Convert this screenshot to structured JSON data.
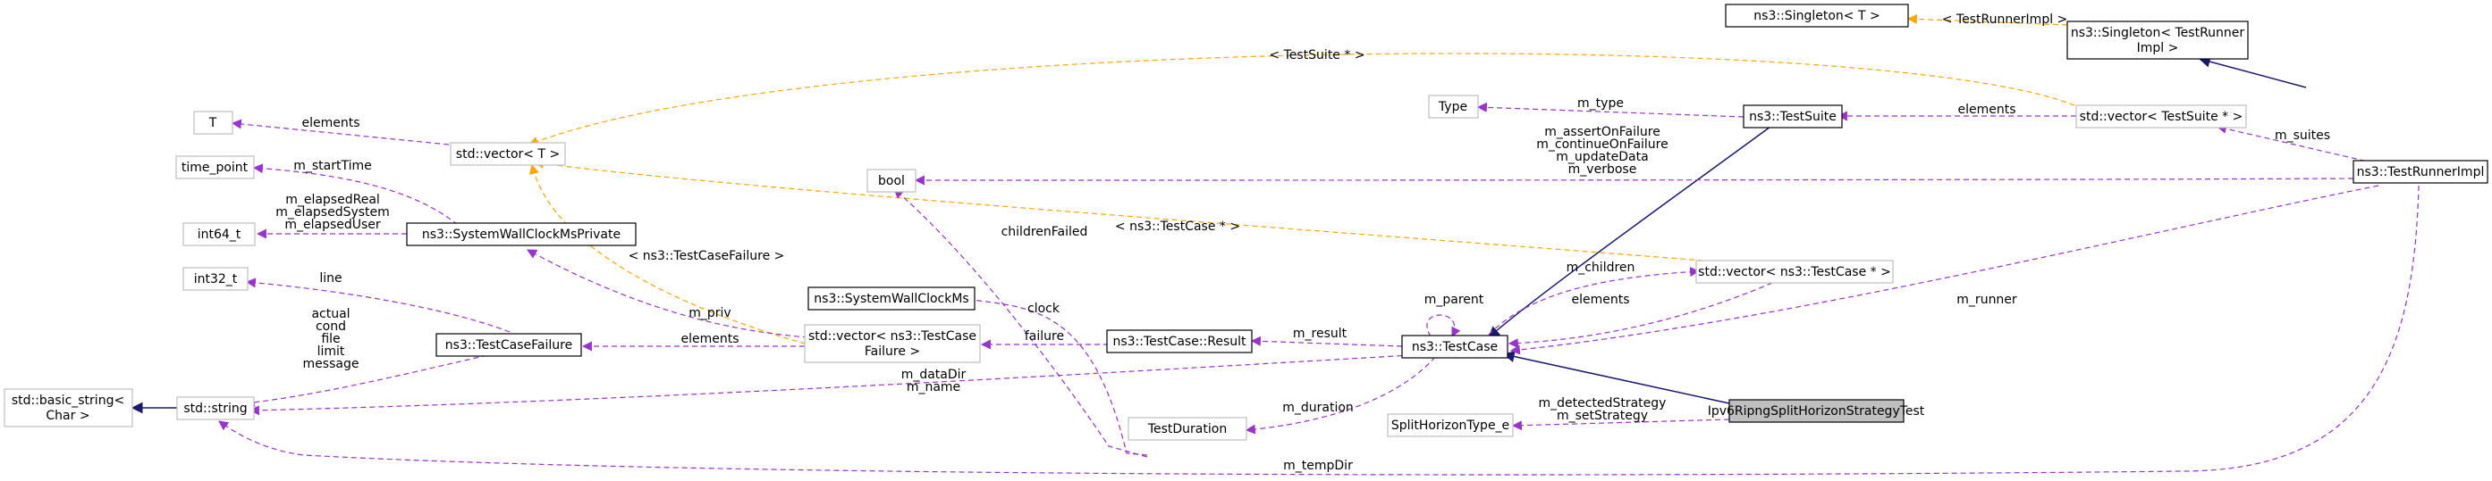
{
  "colors": {
    "usage": "#9a32cd",
    "template": "#ffa500",
    "inherit": "#191970",
    "focus_fill": "#bfbfbf",
    "grey_border": "#bfbfbf"
  },
  "nodes": {
    "singleton_t": "ns3::Singleton< T >",
    "singleton_runner_l1": "ns3::Singleton< TestRunner",
    "singleton_runner_l2": "Impl >",
    "t": "T",
    "vector_t": "std::vector< T >",
    "type": "Type",
    "test_suite": "ns3::TestSuite",
    "vector_test_suite": "std::vector< TestSuite * >",
    "test_runner_impl": "ns3::TestRunnerImpl",
    "time_point": "time_point",
    "bool": "bool",
    "int64": "int64_t",
    "sys_wall_private": "ns3::SystemWallClockMsPrivate",
    "vector_test_case": "std::vector< ns3::TestCase * >",
    "int32": "int32_t",
    "sys_wall": "ns3::SystemWallClockMs",
    "test_case_failure": "ns3::TestCaseFailure",
    "vector_failure_l1": "std::vector< ns3::TestCase",
    "vector_failure_l2": "Failure >",
    "result": "ns3::TestCase::Result",
    "test_case": "ns3::TestCase",
    "basic_string_l1": "std::basic_string<",
    "basic_string_l2": "Char >",
    "string": "std::string",
    "ipv6_test": "Ipv6RipngSplitHorizonStrategyTest",
    "test_duration": "TestDuration",
    "split_horizon": "SplitHorizonType_e"
  },
  "edge_labels": {
    "tpl_test_runner_impl": "< TestRunnerImpl >",
    "tpl_test_suite": "< TestSuite * >",
    "elements_t": "elements",
    "m_type": "m_type",
    "elements_suite": "elements",
    "m_suites": "m_suites",
    "m_assert_on_failure": "m_assertOnFailure",
    "m_continue_on_failure": "m_continueOnFailure",
    "m_update_data": "m_updateData",
    "m_verbose": "m_verbose",
    "m_start_time": "m_startTime",
    "m_elapsed_real": "m_elapsedReal",
    "m_elapsed_system": "m_elapsedSystem",
    "m_elapsed_user": "m_elapsedUser",
    "tpl_test_case_failure": "< ns3::TestCaseFailure >",
    "children_failed": "childrenFailed",
    "tpl_test_case": "< ns3::TestCase * >",
    "m_children": "m_children",
    "line": "line",
    "m_parent": "m_parent",
    "elements_case": "elements",
    "m_runner": "m_runner",
    "m_priv": "m_priv",
    "clock": "clock",
    "actual": "actual",
    "cond": "cond",
    "file": "file",
    "limit": "limit",
    "message": "message",
    "elements_failure": "elements",
    "failure": "failure",
    "m_result": "m_result",
    "m_data_dir": "m_dataDir",
    "m_name": "m_name",
    "m_duration": "m_duration",
    "m_detected_strategy": "m_detectedStrategy",
    "m_set_strategy": "m_setStrategy",
    "m_temp_dir": "m_tempDir"
  }
}
